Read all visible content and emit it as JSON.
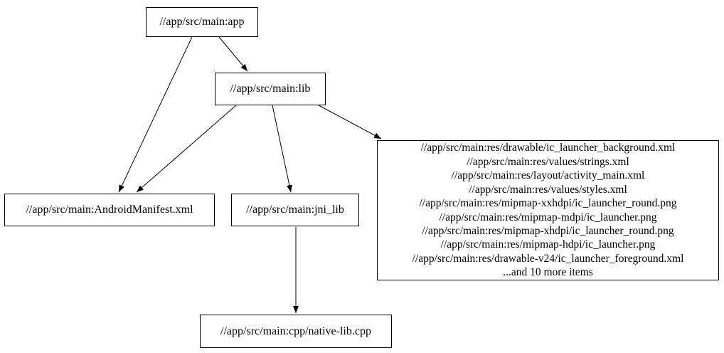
{
  "diagram": {
    "type": "dependency-graph",
    "background_color": "#ffffff",
    "node_border_color": "#000000",
    "text_color": "#000000",
    "nodes": {
      "app": {
        "label": "//app/src/main:app"
      },
      "lib": {
        "label": "//app/src/main:lib"
      },
      "manifest": {
        "label": "//app/src/main:AndroidManifest.xml"
      },
      "jni_lib": {
        "label": "//app/src/main:jni_lib"
      },
      "res_group": {
        "lines": [
          "//app/src/main:res/drawable/ic_launcher_background.xml",
          "//app/src/main:res/values/strings.xml",
          "//app/src/main:res/layout/activity_main.xml",
          "//app/src/main:res/values/styles.xml",
          "//app/src/main:res/mipmap-xxhdpi/ic_launcher_round.png",
          "//app/src/main:res/mipmap-mdpi/ic_launcher.png",
          "//app/src/main:res/mipmap-xhdpi/ic_launcher_round.png",
          "//app/src/main:res/mipmap-hdpi/ic_launcher.png",
          "//app/src/main:res/drawable-v24/ic_launcher_foreground.xml",
          "...and 10 more items"
        ]
      },
      "native_cpp": {
        "label": "//app/src/main:cpp/native-lib.cpp"
      }
    },
    "edges": [
      {
        "from": "app",
        "to": "lib"
      },
      {
        "from": "app",
        "to": "manifest"
      },
      {
        "from": "lib",
        "to": "manifest"
      },
      {
        "from": "lib",
        "to": "jni_lib"
      },
      {
        "from": "lib",
        "to": "res_group"
      },
      {
        "from": "jni_lib",
        "to": "native_cpp"
      }
    ]
  }
}
